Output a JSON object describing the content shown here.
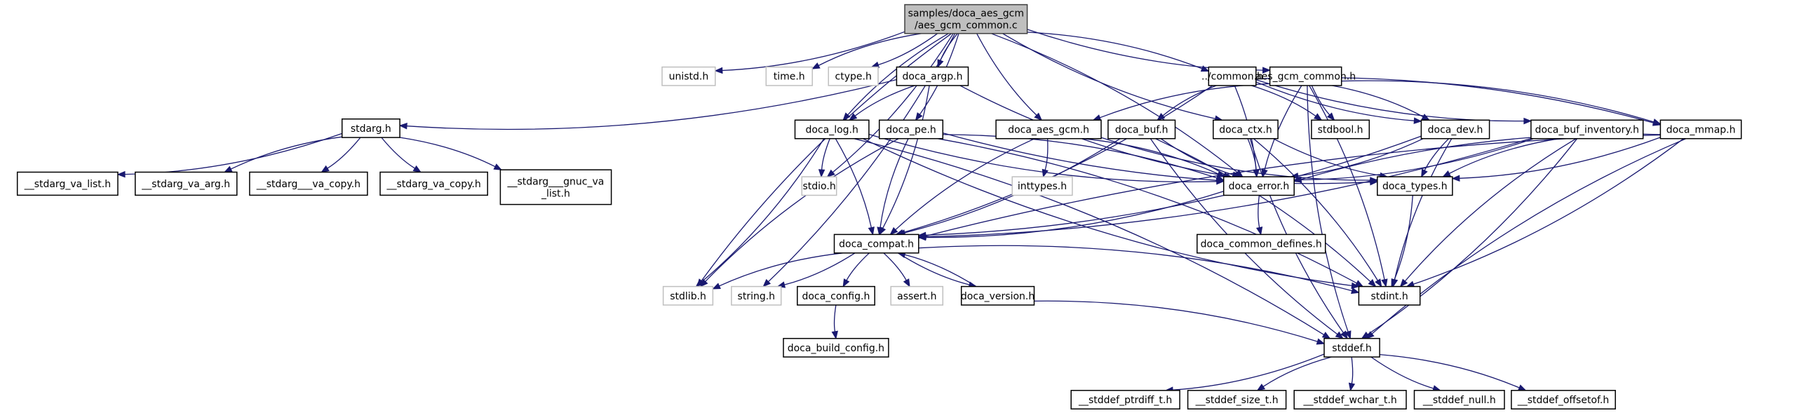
{
  "diagram": {
    "type": "include-dependency-graph",
    "edge_color": "#191970",
    "root_fill": "#bfbfbf",
    "system_header_border": "#bfbfbf",
    "nodes": [
      {
        "id": "root",
        "label": [
          "samples/doca_aes_gcm",
          "/aes_gcm_common.c"
        ],
        "kind": "root"
      },
      {
        "id": "unistd",
        "label": [
          "unistd.h"
        ],
        "kind": "system"
      },
      {
        "id": "time",
        "label": [
          "time.h"
        ],
        "kind": "system"
      },
      {
        "id": "ctype",
        "label": [
          "ctype.h"
        ],
        "kind": "system"
      },
      {
        "id": "doca_argp",
        "label": [
          "doca_argp.h"
        ],
        "kind": "project"
      },
      {
        "id": "common",
        "label": [
          "../common.h"
        ],
        "kind": "project"
      },
      {
        "id": "aes_gcm_common",
        "label": [
          "aes_gcm_common.h"
        ],
        "kind": "project"
      },
      {
        "id": "stdarg",
        "label": [
          "stdarg.h"
        ],
        "kind": "project"
      },
      {
        "id": "doca_log",
        "label": [
          "doca_log.h"
        ],
        "kind": "project"
      },
      {
        "id": "doca_pe",
        "label": [
          "doca_pe.h"
        ],
        "kind": "project"
      },
      {
        "id": "doca_aes_gcm",
        "label": [
          "doca_aes_gcm.h"
        ],
        "kind": "project"
      },
      {
        "id": "doca_buf",
        "label": [
          "doca_buf.h"
        ],
        "kind": "project"
      },
      {
        "id": "doca_ctx",
        "label": [
          "doca_ctx.h"
        ],
        "kind": "project"
      },
      {
        "id": "stdbool",
        "label": [
          "stdbool.h"
        ],
        "kind": "project"
      },
      {
        "id": "doca_dev",
        "label": [
          "doca_dev.h"
        ],
        "kind": "project"
      },
      {
        "id": "doca_buf_inventory",
        "label": [
          "doca_buf_inventory.h"
        ],
        "kind": "project"
      },
      {
        "id": "doca_mmap",
        "label": [
          "doca_mmap.h"
        ],
        "kind": "project"
      },
      {
        "id": "stdarg_va_list",
        "label": [
          "__stdarg_va_list.h"
        ],
        "kind": "project"
      },
      {
        "id": "stdarg_va_arg",
        "label": [
          "__stdarg_va_arg.h"
        ],
        "kind": "project"
      },
      {
        "id": "stdarg___va_copy",
        "label": [
          "__stdarg___va_copy.h"
        ],
        "kind": "project"
      },
      {
        "id": "stdarg_va_copy",
        "label": [
          "__stdarg_va_copy.h"
        ],
        "kind": "project"
      },
      {
        "id": "stdarg___gnuc_va_list",
        "label": [
          "__stdarg___gnuc_va",
          "_list.h"
        ],
        "kind": "project"
      },
      {
        "id": "stdio",
        "label": [
          "stdio.h"
        ],
        "kind": "system"
      },
      {
        "id": "inttypes",
        "label": [
          "inttypes.h"
        ],
        "kind": "system"
      },
      {
        "id": "doca_error",
        "label": [
          "doca_error.h"
        ],
        "kind": "project"
      },
      {
        "id": "doca_types",
        "label": [
          "doca_types.h"
        ],
        "kind": "project"
      },
      {
        "id": "doca_compat",
        "label": [
          "doca_compat.h"
        ],
        "kind": "project"
      },
      {
        "id": "doca_common_defines",
        "label": [
          "doca_common_defines.h"
        ],
        "kind": "project"
      },
      {
        "id": "stdlib",
        "label": [
          "stdlib.h"
        ],
        "kind": "system"
      },
      {
        "id": "string",
        "label": [
          "string.h"
        ],
        "kind": "system"
      },
      {
        "id": "doca_config",
        "label": [
          "doca_config.h"
        ],
        "kind": "project"
      },
      {
        "id": "assert",
        "label": [
          "assert.h"
        ],
        "kind": "system"
      },
      {
        "id": "doca_version",
        "label": [
          "doca_version.h"
        ],
        "kind": "project"
      },
      {
        "id": "stdint",
        "label": [
          "stdint.h"
        ],
        "kind": "project"
      },
      {
        "id": "doca_build_config",
        "label": [
          "doca_build_config.h"
        ],
        "kind": "project"
      },
      {
        "id": "stddef",
        "label": [
          "stddef.h"
        ],
        "kind": "project"
      },
      {
        "id": "stddef_ptrdiff_t",
        "label": [
          "__stddef_ptrdiff_t.h"
        ],
        "kind": "project"
      },
      {
        "id": "stddef_size_t",
        "label": [
          "__stddef_size_t.h"
        ],
        "kind": "project"
      },
      {
        "id": "stddef_wchar_t",
        "label": [
          "__stddef_wchar_t.h"
        ],
        "kind": "project"
      },
      {
        "id": "stddef_null",
        "label": [
          "__stddef_null.h"
        ],
        "kind": "project"
      },
      {
        "id": "stddef_offsetof",
        "label": [
          "__stddef_offsetof.h"
        ],
        "kind": "project"
      }
    ],
    "edges": [
      [
        "root",
        "unistd"
      ],
      [
        "root",
        "time"
      ],
      [
        "root",
        "ctype"
      ],
      [
        "root",
        "doca_argp"
      ],
      [
        "root",
        "common"
      ],
      [
        "root",
        "aes_gcm_common"
      ],
      [
        "root",
        "stdio"
      ],
      [
        "root",
        "stdlib"
      ],
      [
        "root",
        "string"
      ],
      [
        "root",
        "doca_log"
      ],
      [
        "root",
        "doca_pe"
      ],
      [
        "root",
        "doca_aes_gcm"
      ],
      [
        "root",
        "doca_error"
      ],
      [
        "root",
        "doca_ctx"
      ],
      [
        "doca_argp",
        "stdarg"
      ],
      [
        "doca_argp",
        "doca_log"
      ],
      [
        "doca_argp",
        "doca_compat"
      ],
      [
        "doca_argp",
        "doca_error"
      ],
      [
        "stdarg",
        "stdarg_va_list"
      ],
      [
        "stdarg",
        "stdarg_va_arg"
      ],
      [
        "stdarg",
        "stdarg___va_copy"
      ],
      [
        "stdarg",
        "stdarg_va_copy"
      ],
      [
        "stdarg",
        "stdarg___gnuc_va_list"
      ],
      [
        "doca_log",
        "stdio"
      ],
      [
        "doca_log",
        "doca_compat"
      ],
      [
        "doca_log",
        "doca_error"
      ],
      [
        "doca_log",
        "stdlib"
      ],
      [
        "doca_log",
        "stdint"
      ],
      [
        "doca_log",
        "stddef"
      ],
      [
        "doca_pe",
        "doca_compat"
      ],
      [
        "doca_pe",
        "doca_error"
      ],
      [
        "doca_pe",
        "doca_types"
      ],
      [
        "doca_pe",
        "stdint"
      ],
      [
        "doca_pe",
        "stdlib"
      ],
      [
        "doca_aes_gcm",
        "inttypes"
      ],
      [
        "doca_aes_gcm",
        "doca_compat"
      ],
      [
        "doca_aes_gcm",
        "doca_error"
      ],
      [
        "doca_aes_gcm",
        "doca_types"
      ],
      [
        "doca_buf",
        "doca_compat"
      ],
      [
        "doca_buf",
        "doca_error"
      ],
      [
        "doca_buf",
        "stdint"
      ],
      [
        "doca_buf",
        "stddef"
      ],
      [
        "doca_ctx",
        "doca_error"
      ],
      [
        "doca_ctx",
        "doca_types"
      ],
      [
        "doca_ctx",
        "stdint"
      ],
      [
        "doca_ctx",
        "stddef"
      ],
      [
        "common",
        "stdbool"
      ],
      [
        "common",
        "doca_dev"
      ],
      [
        "common",
        "doca_error"
      ],
      [
        "common",
        "doca_buf"
      ],
      [
        "common",
        "doca_mmap"
      ],
      [
        "common",
        "doca_buf_inventory"
      ],
      [
        "common",
        "doca_compat"
      ],
      [
        "aes_gcm_common",
        "stdbool"
      ],
      [
        "aes_gcm_common",
        "doca_dev"
      ],
      [
        "aes_gcm_common",
        "doca_aes_gcm"
      ],
      [
        "aes_gcm_common",
        "doca_mmap"
      ],
      [
        "aes_gcm_common",
        "doca_error"
      ],
      [
        "aes_gcm_common",
        "stdint"
      ],
      [
        "aes_gcm_common",
        "stddef"
      ],
      [
        "doca_dev",
        "doca_error"
      ],
      [
        "doca_dev",
        "doca_types"
      ],
      [
        "doca_dev",
        "doca_compat"
      ],
      [
        "doca_dev",
        "stdint"
      ],
      [
        "doca_buf_inventory",
        "doca_error"
      ],
      [
        "doca_buf_inventory",
        "doca_types"
      ],
      [
        "doca_buf_inventory",
        "doca_compat"
      ],
      [
        "doca_buf_inventory",
        "stdint"
      ],
      [
        "doca_buf_inventory",
        "stddef"
      ],
      [
        "doca_mmap",
        "doca_error"
      ],
      [
        "doca_mmap",
        "doca_types"
      ],
      [
        "doca_mmap",
        "doca_compat"
      ],
      [
        "doca_mmap",
        "stdint"
      ],
      [
        "doca_mmap",
        "stddef"
      ],
      [
        "doca_error",
        "doca_compat"
      ],
      [
        "doca_error",
        "doca_common_defines"
      ],
      [
        "doca_types",
        "stdint"
      ],
      [
        "doca_compat",
        "stdlib"
      ],
      [
        "doca_compat",
        "string"
      ],
      [
        "doca_compat",
        "doca_config"
      ],
      [
        "doca_compat",
        "assert"
      ],
      [
        "doca_compat",
        "doca_version"
      ],
      [
        "doca_compat",
        "stdint"
      ],
      [
        "doca_version",
        "doca_compat"
      ],
      [
        "doca_version",
        "stddef"
      ],
      [
        "doca_config",
        "doca_build_config"
      ],
      [
        "stddef",
        "stddef_ptrdiff_t"
      ],
      [
        "stddef",
        "stddef_size_t"
      ],
      [
        "stddef",
        "stddef_wchar_t"
      ],
      [
        "stddef",
        "stddef_null"
      ],
      [
        "stddef",
        "stddef_offsetof"
      ]
    ]
  }
}
